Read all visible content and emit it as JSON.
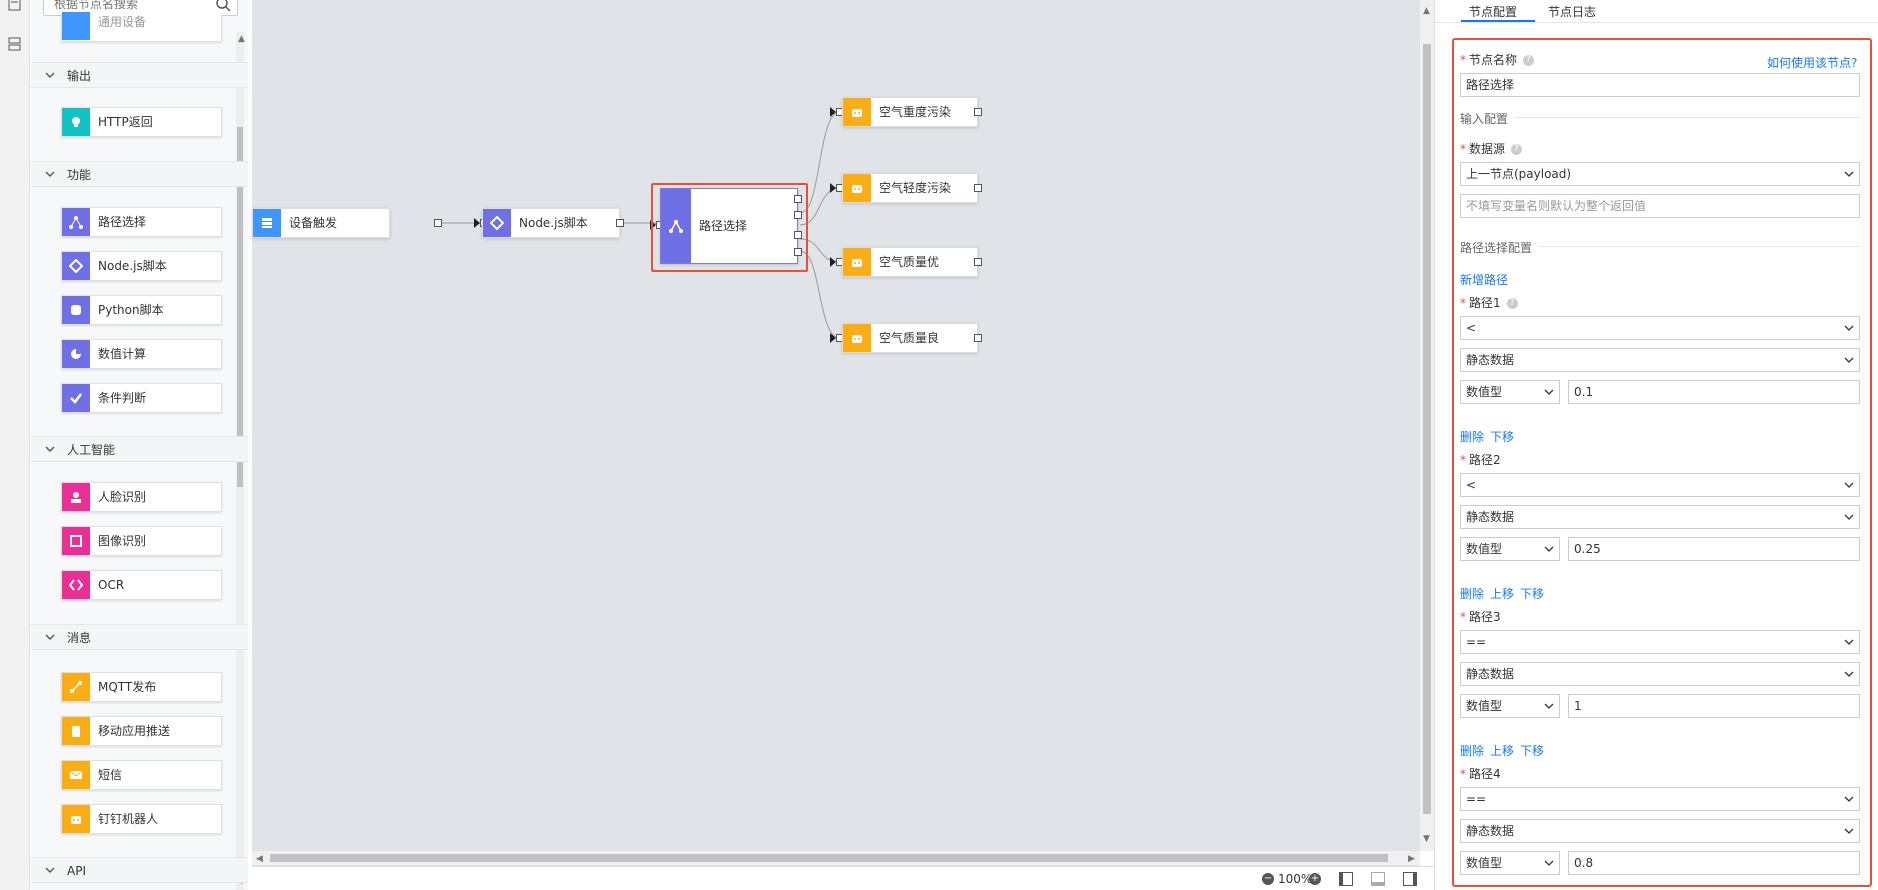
{
  "left_strip": {
    "icons": [
      "page-icon",
      "layout-icon"
    ]
  },
  "palette": {
    "search_placeholder": "根据节点名搜索",
    "partial_top_item": "通用设备",
    "categories": [
      {
        "label": "输出",
        "items": [
          {
            "label": "HTTP返回",
            "icon": "bulb-icon",
            "color": "#13c2c2"
          }
        ]
      },
      {
        "label": "功能",
        "items": [
          {
            "label": "路径选择",
            "icon": "route-icon",
            "color": "#6f6fe6"
          },
          {
            "label": "Node.js脚本",
            "icon": "code-icon",
            "color": "#6f6fe6"
          },
          {
            "label": "Python脚本",
            "icon": "python-icon",
            "color": "#6f6fe6"
          },
          {
            "label": "数值计算",
            "icon": "pie-icon",
            "color": "#6f6fe6"
          },
          {
            "label": "条件判断",
            "icon": "check-icon",
            "color": "#6f6fe6"
          }
        ]
      },
      {
        "label": "人工智能",
        "items": [
          {
            "label": "人脸识别",
            "icon": "face-icon",
            "color": "#eb2f96"
          },
          {
            "label": "图像识别",
            "icon": "image-icon",
            "color": "#eb2f96"
          },
          {
            "label": "OCR",
            "icon": "ocr-icon",
            "color": "#eb2f96"
          }
        ]
      },
      {
        "label": "消息",
        "items": [
          {
            "label": "MQTT发布",
            "icon": "mqtt-icon",
            "color": "#faad14"
          },
          {
            "label": "移动应用推送",
            "icon": "push-icon",
            "color": "#faad14"
          },
          {
            "label": "短信",
            "icon": "mail-icon",
            "color": "#faad14"
          },
          {
            "label": "钉钉机器人",
            "icon": "robot-icon",
            "color": "#faad14"
          }
        ]
      },
      {
        "label": "API",
        "items": []
      }
    ]
  },
  "canvas": {
    "nodes": {
      "trigger": {
        "label": "设备触发",
        "color": "#4096ff"
      },
      "nodejs": {
        "label": "Node.js脚本",
        "color": "#6f6fe6"
      },
      "route": {
        "label": "路径选择",
        "color": "#6f6fe6"
      },
      "out1": {
        "label": "空气重度污染",
        "color": "#faad14"
      },
      "out2": {
        "label": "空气轻度污染",
        "color": "#faad14"
      },
      "out3": {
        "label": "空气质量优",
        "color": "#faad14"
      },
      "out4": {
        "label": "空气质量良",
        "color": "#faad14"
      }
    },
    "zoom": "100%"
  },
  "panel": {
    "tabs": [
      "节点配置",
      "节点日志"
    ],
    "active_tab": 0,
    "help_link": "如何使用该节点?",
    "node_name_label": "节点名称",
    "node_name_value": "路径选择",
    "input_section": "输入配置",
    "datasource_label": "数据源",
    "datasource_value": "上一节点(payload)",
    "datasource_placeholder": "不填写变量名则默认为整个返回值",
    "route_section": "路径选择配置",
    "add_route": "新增路径",
    "routes": [
      {
        "label": "路径1",
        "operator": "<",
        "source": "静态数据",
        "type": "数值型",
        "value": "0.1",
        "actions": [
          "删除",
          "下移"
        ]
      },
      {
        "label": "路径2",
        "operator": "<",
        "source": "静态数据",
        "type": "数值型",
        "value": "0.25",
        "actions": [
          "删除",
          "上移",
          "下移"
        ]
      },
      {
        "label": "路径3",
        "operator": "==",
        "source": "静态数据",
        "type": "数值型",
        "value": "1",
        "actions": [
          "删除",
          "上移",
          "下移"
        ]
      },
      {
        "label": "路径4",
        "operator": "==",
        "source": "静态数据",
        "type": "数值型",
        "value": "0.8",
        "actions": []
      }
    ]
  },
  "colors": {
    "accent": "#1677ff",
    "highlight": "#e8503a"
  }
}
